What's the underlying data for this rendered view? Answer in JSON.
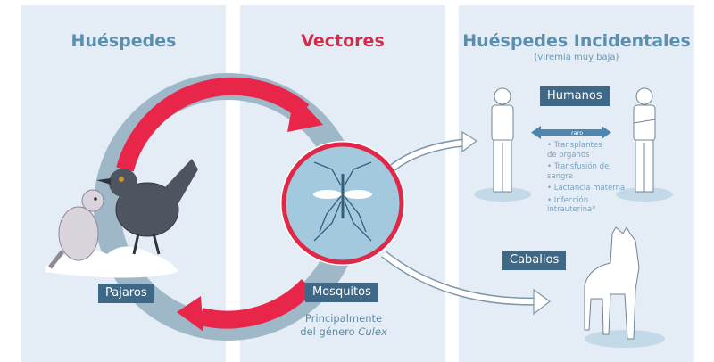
{
  "panels": [
    {
      "id": "hosts",
      "title": "Huéspedes"
    },
    {
      "id": "vectors",
      "title": "Vectores"
    },
    {
      "id": "incidental",
      "title": "Huéspedes Incidentales",
      "subtitle": "(viremia muy baja)"
    }
  ],
  "labels": {
    "birds": "Pajaros",
    "mosquitoes": "Mosquitos",
    "humans": "Humanos",
    "horses": "Caballos"
  },
  "mosquito_caption": {
    "line1": "Principalmente",
    "line2_prefix": "del género ",
    "line2_genus": "Culex"
  },
  "human_transmission": {
    "arrow_label": "raro",
    "routes": [
      "• Transplantes de organos",
      "• Transfusión de sangre",
      "• Lactancia materna",
      "• Infección intrauterina*"
    ]
  },
  "colors": {
    "panel_bg": "#e4edf5",
    "title_blue": "#5b8fb0",
    "title_red": "#d72a4b",
    "cycle_red": "#e8264a",
    "cycle_gray": "#9fb8c8",
    "label_bg": "#3f6786"
  }
}
